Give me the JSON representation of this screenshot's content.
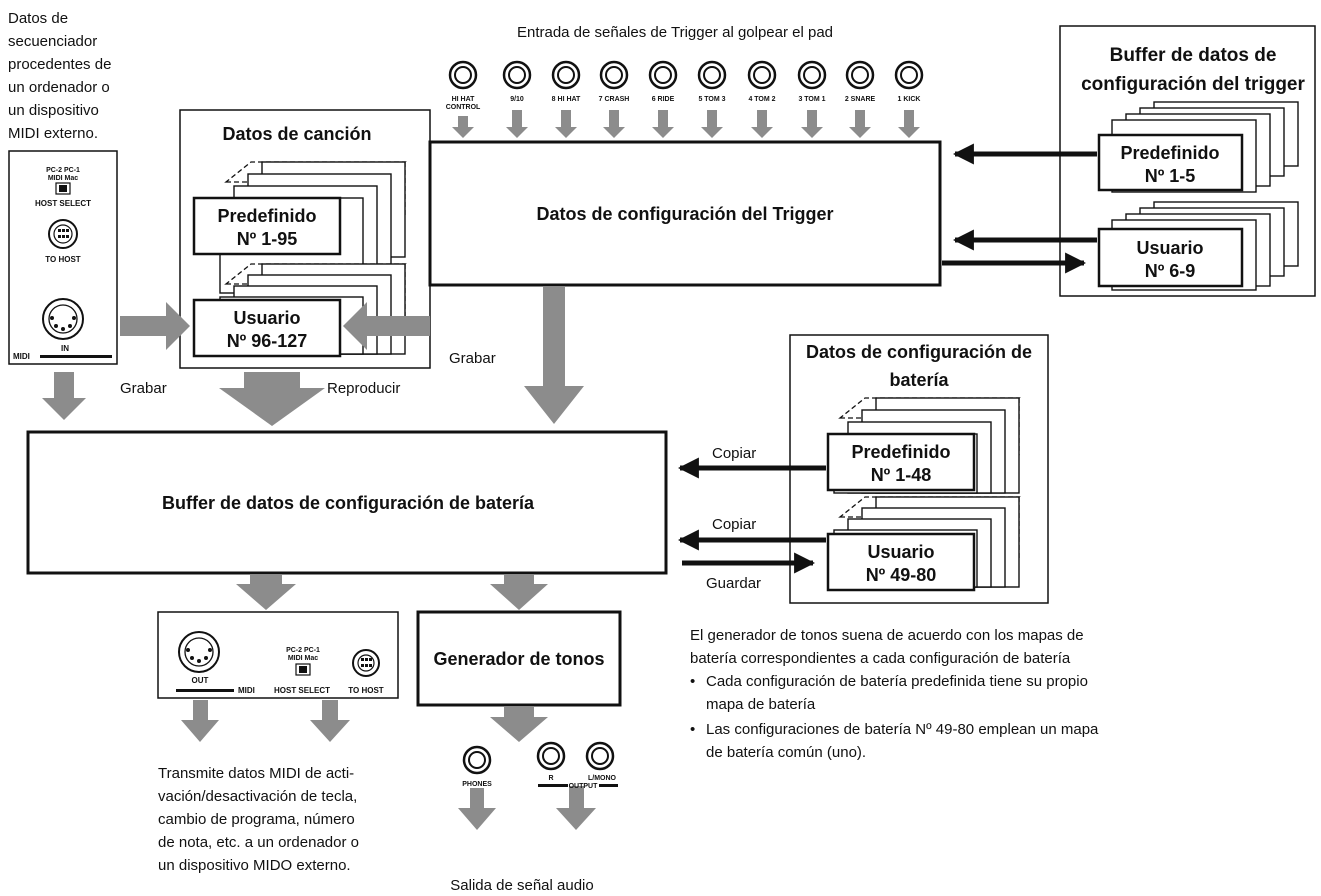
{
  "top_title": "Entrada de señales de Trigger al golpear el pad",
  "left_note": [
    "Datos de",
    "secuenciador",
    "procedentes de",
    "un ordenador o",
    "un dispositivo",
    "MIDI externo."
  ],
  "input_jacks": [
    "HI HAT\nCONTROL",
    "9/10",
    "8 HI HAT",
    "7 CRASH",
    "6 RIDE",
    "5 TOM 3",
    "4 TOM 2",
    "3 TOM 1",
    "2 SNARE",
    "1 KICK"
  ],
  "midi_in_panel": {
    "switch_top": "PC-2  PC-1",
    "switch_mid": "MIDI          Mac",
    "host_select": "HOST SELECT",
    "to_host": "TO HOST",
    "in": "IN",
    "midi": "MIDI"
  },
  "song_data": {
    "title": "Datos de canción",
    "preset": [
      "Predefinido",
      "Nº 1-95"
    ],
    "user": [
      "Usuario",
      "Nº 96-127"
    ]
  },
  "trigger_setup": {
    "title": "Datos de configuración del Trigger"
  },
  "trigger_buffer": {
    "title": [
      "Buffer de datos de",
      "configuración del trigger"
    ],
    "preset": [
      "Predefinido",
      "Nº 1-5"
    ],
    "user": [
      "Usuario",
      "Nº 6-9"
    ]
  },
  "drum_kit_data": {
    "title": [
      "Datos de configuración de",
      "batería"
    ],
    "preset": [
      "Predefinido",
      "Nº 1-48"
    ],
    "user": [
      "Usuario",
      "Nº 49-80"
    ]
  },
  "drum_buffer": {
    "title": "Buffer de datos de configuración de batería"
  },
  "tone_generator": {
    "title": "Generador de tonos"
  },
  "labels": {
    "grabar_left": "Grabar",
    "reproducir": "Reproducir",
    "grabar_mid": "Grabar",
    "copiar_1": "Copiar",
    "copiar_2": "Copiar",
    "guardar": "Guardar"
  },
  "midi_out_panel": {
    "out": "OUT",
    "midi": "MIDI",
    "switch_top": "PC-2  PC-1",
    "switch_mid": "MIDI          Mac",
    "host_select": "HOST SELECT",
    "to_host": "TO HOST"
  },
  "output_jacks": {
    "phones": "PHONES",
    "r": "R",
    "lmono": "L/MONO",
    "output": "OUTPUT"
  },
  "transmit_note": [
    "Transmite datos MIDI de acti-",
    "vación/desactivación de tecla,",
    "cambio de programa, número",
    "de nota, etc. a un ordenador o",
    "un dispositivo MIDO externo."
  ],
  "audio_out": "Salida de señal audio",
  "tone_note": {
    "line1": "El generador de tonos suena de acuerdo con los mapas de",
    "line2": "batería correspondientes a cada configuración de batería",
    "bullet1": [
      "Cada configuración de batería predefinida tiene su propio",
      "mapa de batería"
    ],
    "bullet2": [
      "Las configuraciones de batería Nº 49-80 emplean un mapa",
      "de batería común (uno)."
    ]
  },
  "colors": {
    "arrow_gray": "#8c8c8c",
    "line": "#111111"
  }
}
